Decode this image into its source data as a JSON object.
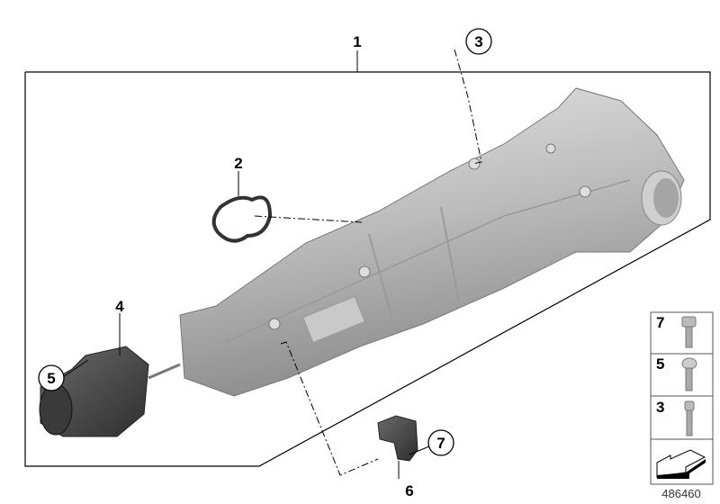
{
  "callouts": {
    "c1": "1",
    "c2": "2",
    "c3": "3",
    "c4": "4",
    "c5": "5",
    "c6": "6",
    "c7": "7"
  },
  "legend": {
    "rows": [
      {
        "label": "7",
        "icon": "hex-bolt-icon"
      },
      {
        "label": "5",
        "icon": "round-head-screw-icon"
      },
      {
        "label": "3",
        "icon": "flange-bolt-icon"
      }
    ],
    "orientation_icon": "direction-arrow-icon"
  },
  "diagram_number": "486460",
  "colors": {
    "part_fill": "#b9b9b9",
    "part_dark": "#4a4a4a",
    "line": "#000000"
  }
}
